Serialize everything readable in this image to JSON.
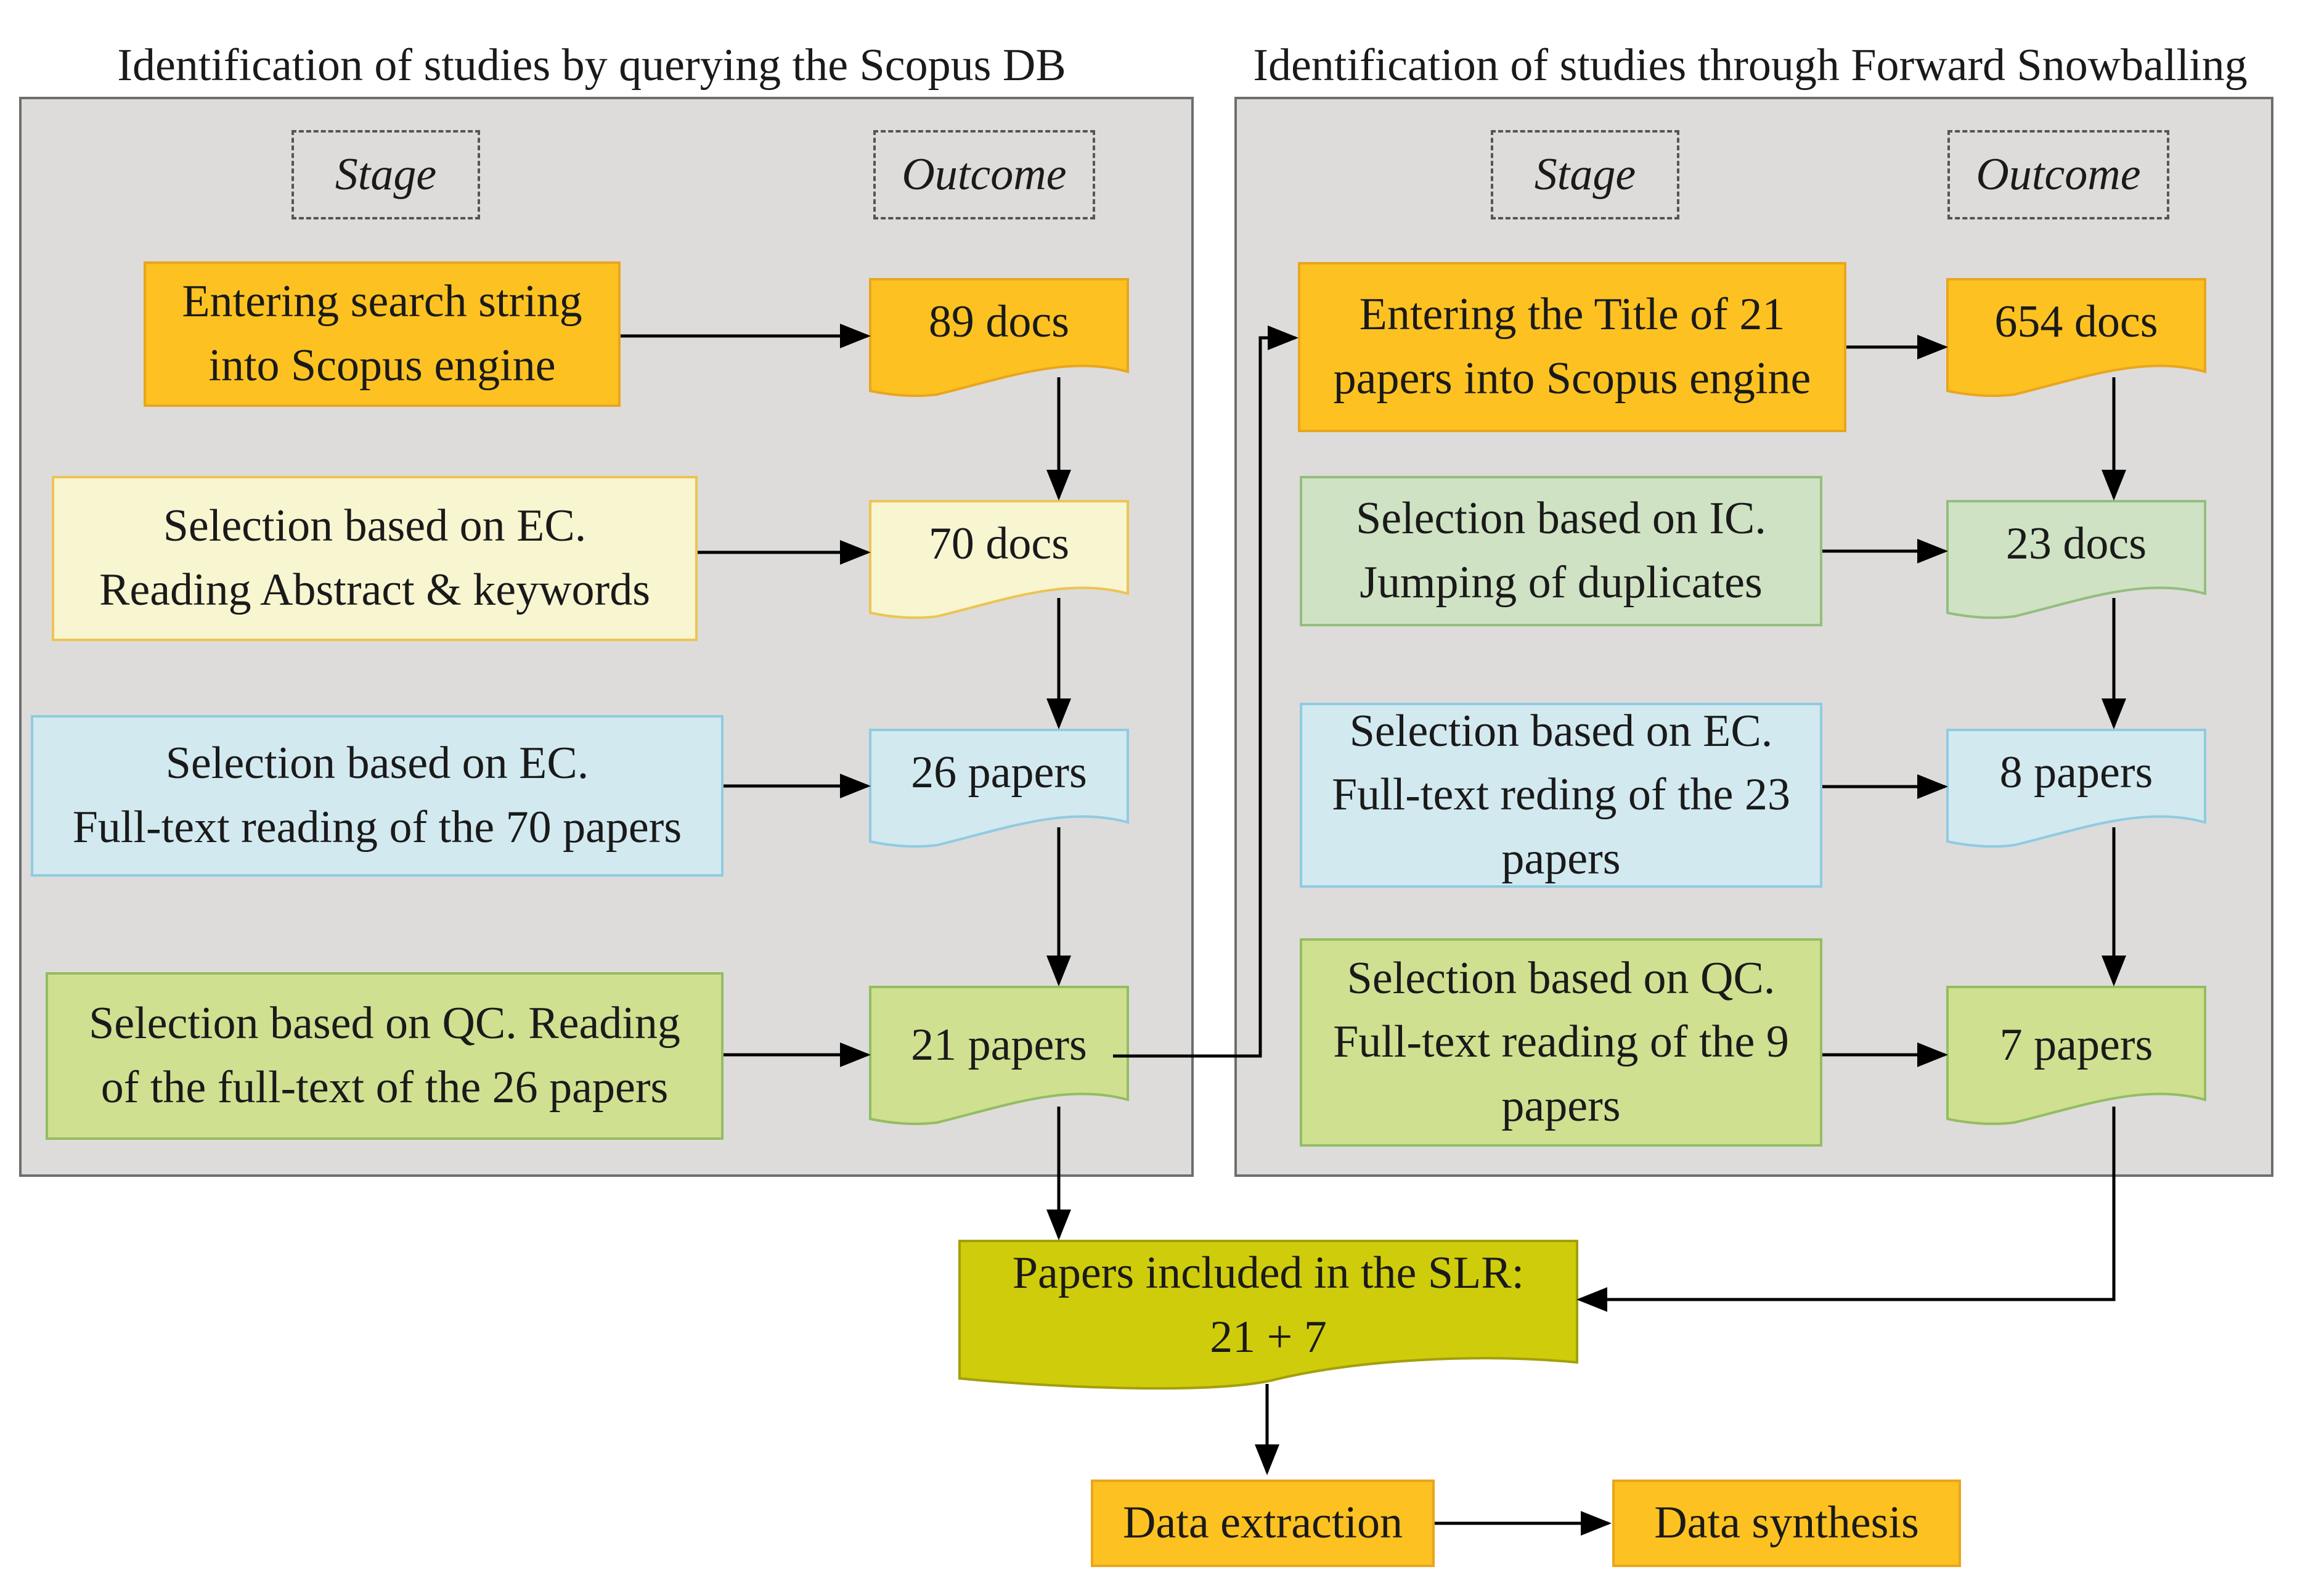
{
  "left_panel": {
    "title": "Identification of studies by querying the Scopus DB",
    "stage_header": "Stage",
    "outcome_header": "Outcome",
    "steps": [
      {
        "stage": [
          "Entering search string",
          "into Scopus engine"
        ],
        "outcome": "89 docs"
      },
      {
        "stage": [
          "Selection based on EC.",
          "Reading Abstract & keywords"
        ],
        "outcome": "70 docs"
      },
      {
        "stage": [
          "Selection based on EC.",
          "Full-text reading of the 70 papers"
        ],
        "outcome": "26 papers"
      },
      {
        "stage": [
          "Selection based on QC. Reading",
          "of the full-text of the 26 papers"
        ],
        "outcome": "21 papers"
      }
    ]
  },
  "right_panel": {
    "title": "Identification of studies through Forward Snowballing",
    "stage_header": "Stage",
    "outcome_header": "Outcome",
    "steps": [
      {
        "stage": [
          "Entering the Title of 21",
          "papers into Scopus engine"
        ],
        "outcome": "654 docs"
      },
      {
        "stage": [
          "Selection based on IC.",
          "Jumping of duplicates"
        ],
        "outcome": "23 docs"
      },
      {
        "stage": [
          "Selection based on EC.",
          "Full-text reding of the 23",
          "papers"
        ],
        "outcome": "8 papers"
      },
      {
        "stage": [
          "Selection based on QC.",
          "Full-text reading of the 9",
          "papers"
        ],
        "outcome": "7 papers"
      }
    ]
  },
  "final": {
    "included": [
      "Papers included in the SLR:",
      "21 + 7"
    ],
    "extraction": "Data extraction",
    "synthesis": "Data synthesis"
  },
  "colors": {
    "panel_bg": "#dddcdb",
    "orange": "#fdc221",
    "cream": "#f8f5d1",
    "blue": "#d2e9ef",
    "green": "#cfe2c3",
    "lime": "#cfe091",
    "olive": "#cfcc0c",
    "arrow": "#000000"
  }
}
